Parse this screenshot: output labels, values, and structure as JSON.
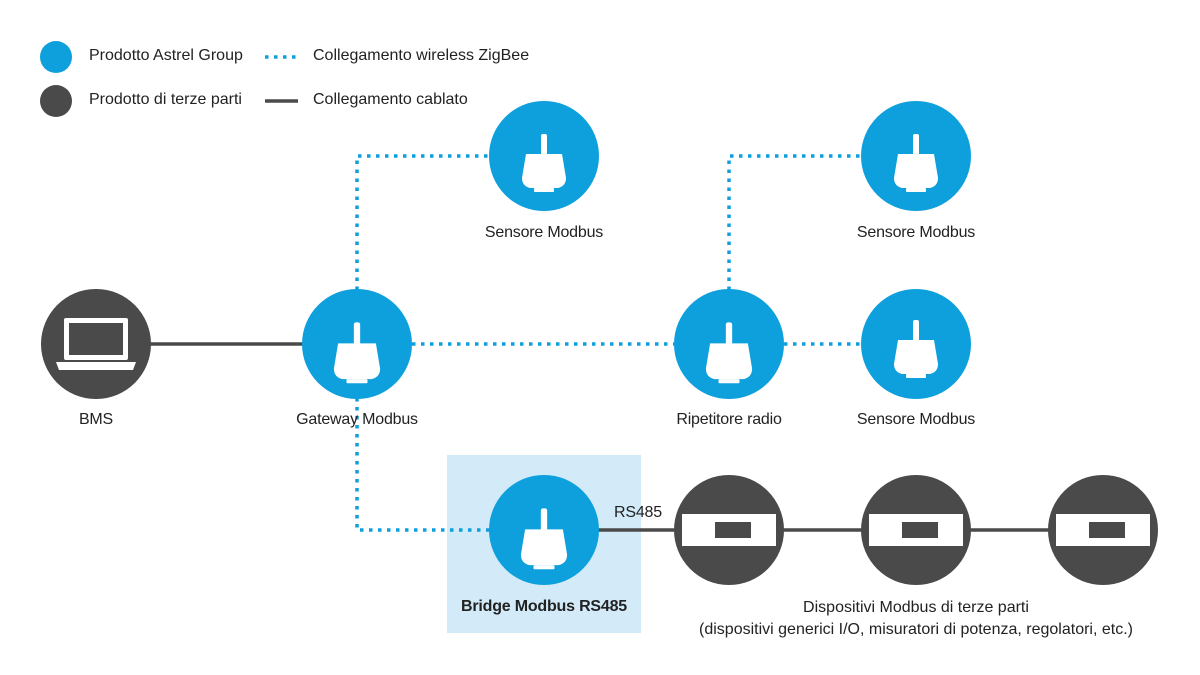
{
  "colors": {
    "astrel_blue": "#0ea0dd",
    "third_party_gray": "#4a4a4a",
    "highlight_bg": "#d3ebf9",
    "wired_line": "#4a4a4a",
    "wireless_line": "#0ea0dd"
  },
  "legend": {
    "astrel_product": "Prodotto Astrel Group",
    "third_party_product": "Prodotto di terze parti",
    "wireless_link": "Collegamento wireless ZigBee",
    "wired_link": "Collegamento cablato"
  },
  "nodes": {
    "bms": {
      "label": "BMS",
      "icon": "laptop-icon"
    },
    "gateway": {
      "label": "Gateway Modbus",
      "icon": "radio-device-icon"
    },
    "sensor_top_left": {
      "label": "Sensore Modbus",
      "icon": "radio-device-icon"
    },
    "repeater": {
      "label": "Ripetitore radio",
      "icon": "radio-device-icon"
    },
    "sensor_top_right": {
      "label": "Sensore Modbus",
      "icon": "radio-device-icon"
    },
    "sensor_mid_right": {
      "label": "Sensore Modbus",
      "icon": "radio-device-icon"
    },
    "bridge": {
      "label": "Bridge Modbus RS485",
      "icon": "radio-device-icon"
    },
    "third_party_devices": {
      "line1": "Dispositivi Modbus di terze parti",
      "line2": "(dispositivi generici I/O, misuratori di potenza, regolatori, etc.)",
      "icon": "module-device-icon"
    }
  },
  "links": {
    "rs485_label": "RS485"
  }
}
